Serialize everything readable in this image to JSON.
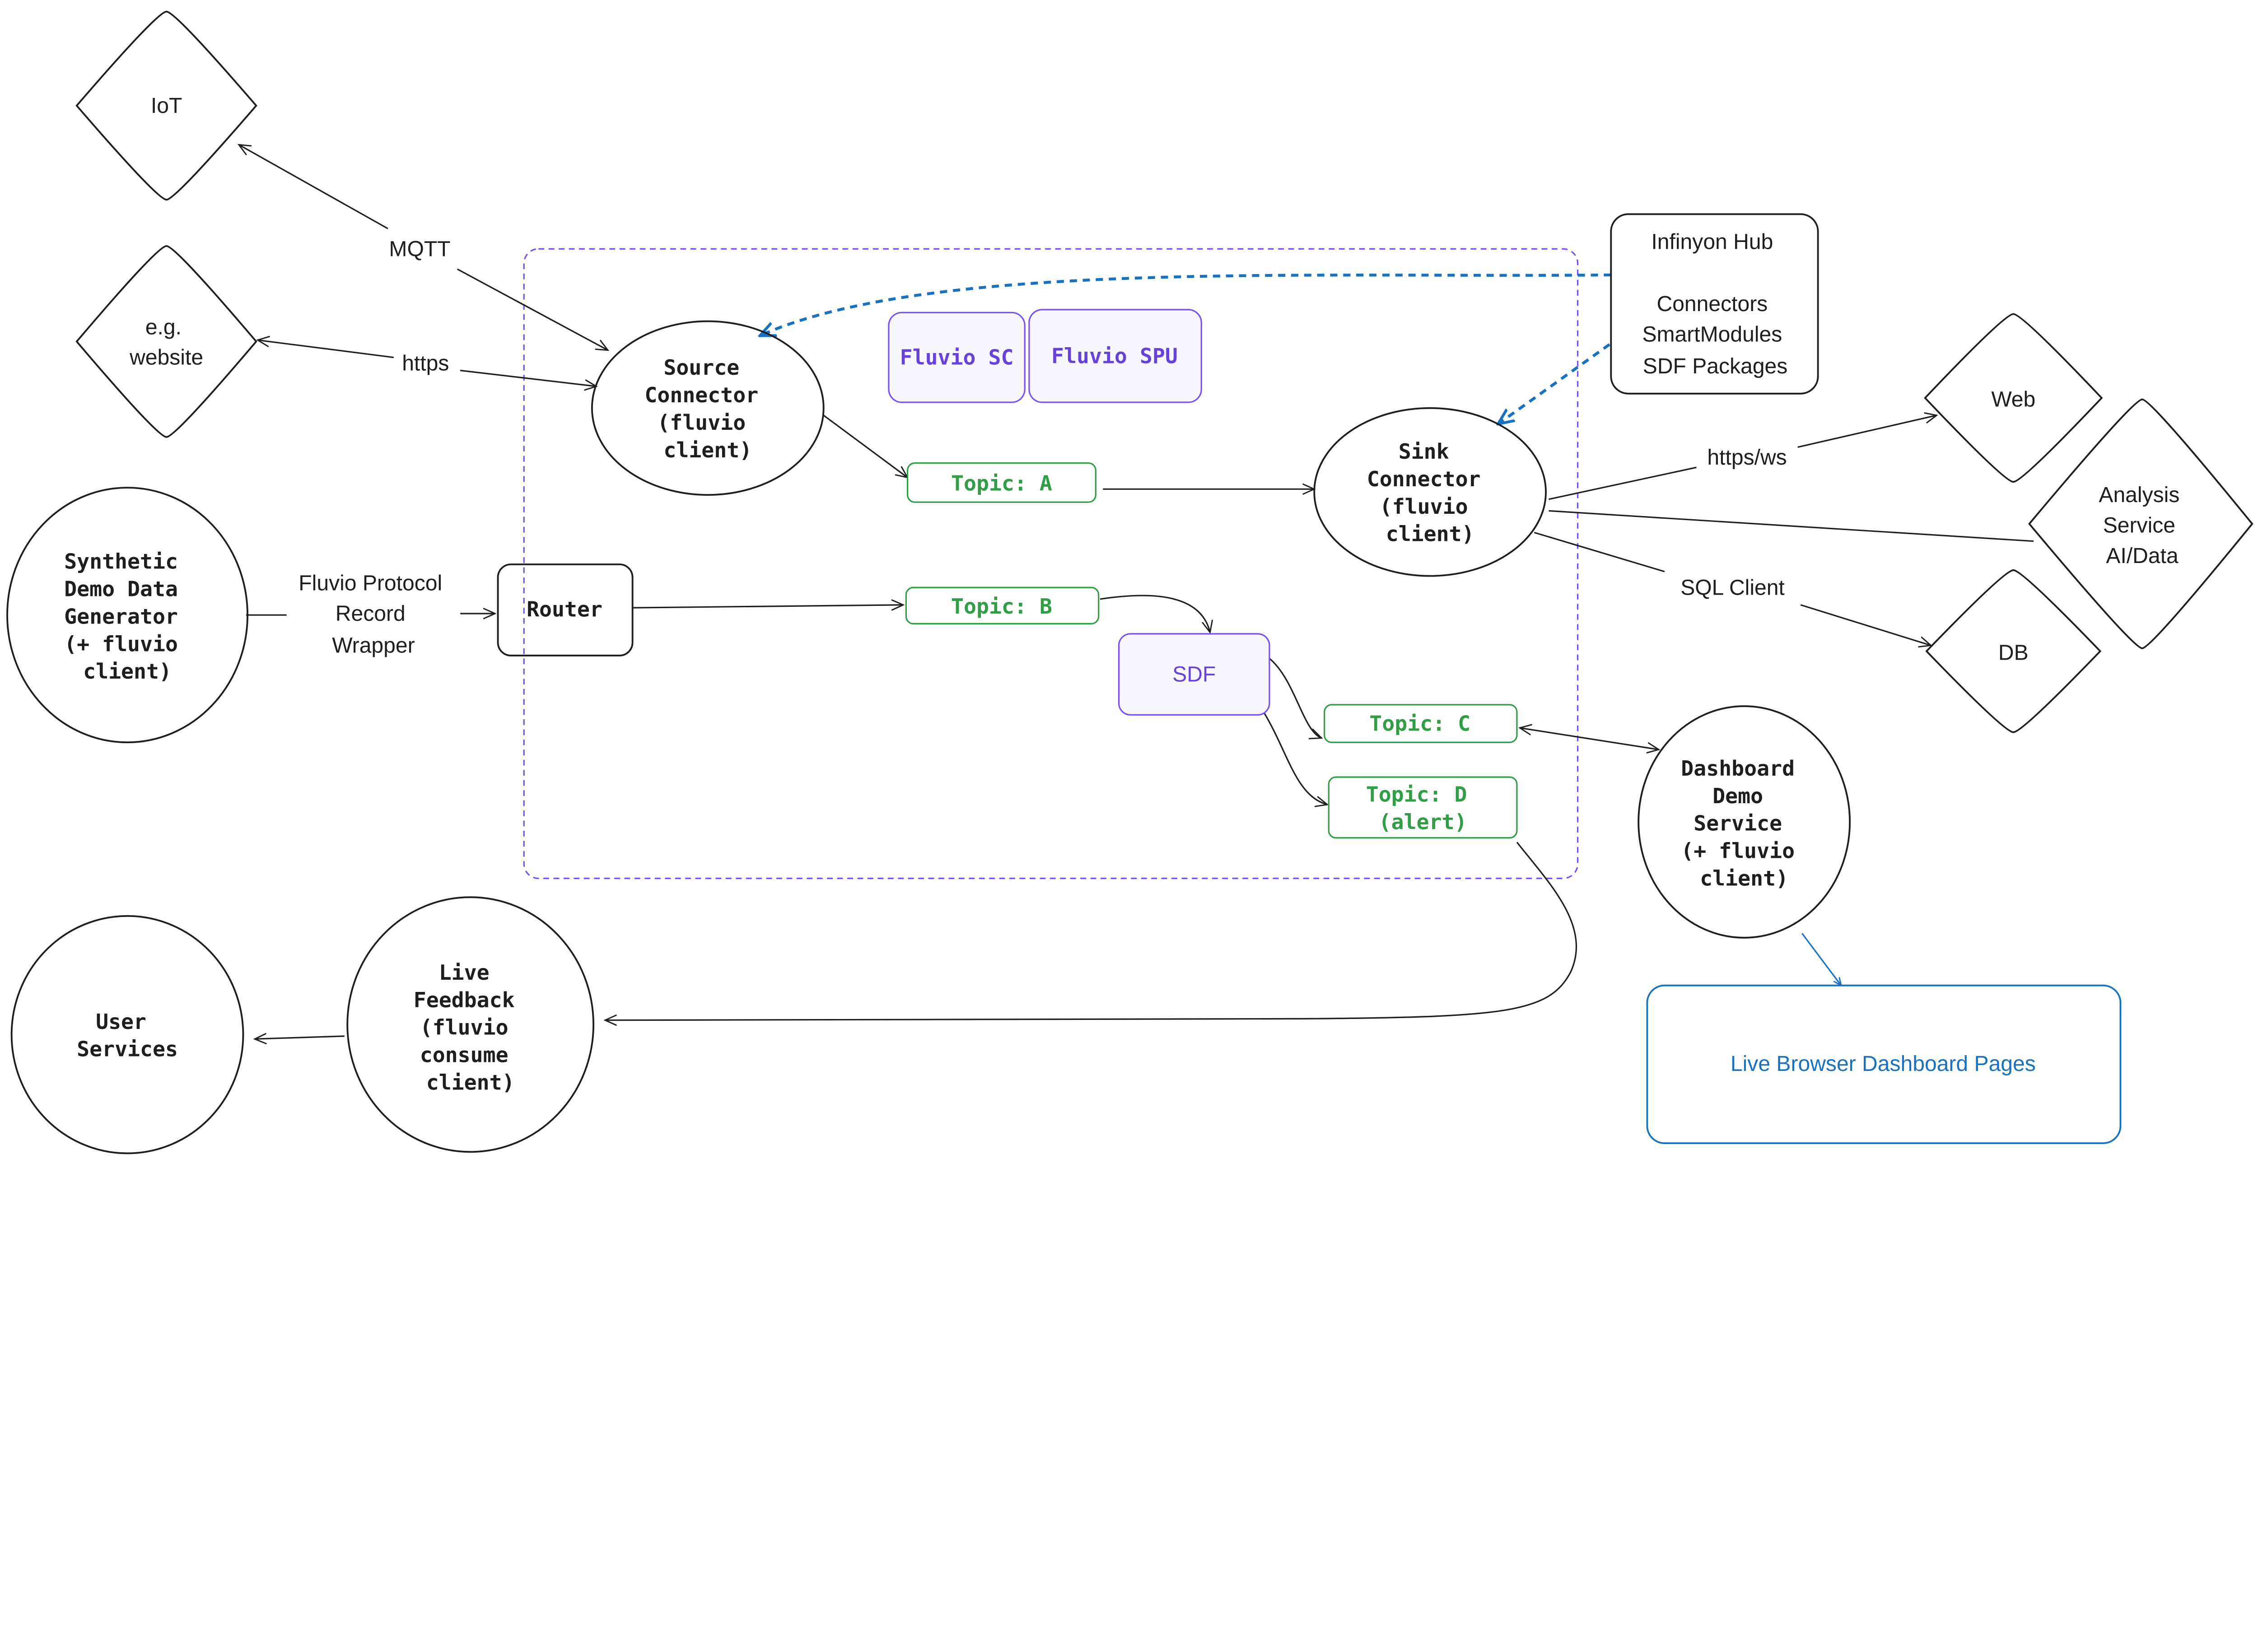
{
  "colors": {
    "topic": "#2f9e44",
    "fluvio": "#6741d9",
    "hub_link": "#1971c2",
    "boundary": "#7950f2",
    "stroke": "#1e1e1e"
  },
  "nodes": {
    "iot": {
      "lines": [
        "IoT"
      ]
    },
    "website": {
      "lines": [
        "e.g.",
        "website"
      ]
    },
    "synthetic": {
      "lines": [
        "Synthetic",
        "Demo Data",
        "Generator",
        "(+ fluvio",
        "client)"
      ]
    },
    "router": {
      "lines": [
        "Router"
      ]
    },
    "source_connector": {
      "lines": [
        "Source",
        "Connector",
        "(fluvio",
        "client)"
      ]
    },
    "fluvio_sc": {
      "lines": [
        "Fluvio SC"
      ]
    },
    "fluvio_spu": {
      "lines": [
        "Fluvio SPU"
      ]
    },
    "topic_a": {
      "lines": [
        "Topic: A"
      ]
    },
    "topic_b": {
      "lines": [
        "Topic: B"
      ]
    },
    "topic_c": {
      "lines": [
        "Topic: C"
      ]
    },
    "topic_d": {
      "lines": [
        "Topic: D",
        "(alert)"
      ]
    },
    "sdf": {
      "lines": [
        "SDF"
      ]
    },
    "sink_connector": {
      "lines": [
        "Sink",
        "Connector",
        "(fluvio",
        "client)"
      ]
    },
    "hub": {
      "lines": [
        "Infinyon Hub",
        "",
        "Connectors",
        "SmartModules",
        "SDF Packages"
      ]
    },
    "web": {
      "lines": [
        "Web"
      ]
    },
    "analysis": {
      "lines": [
        "Analysis",
        "Service",
        "AI/Data"
      ]
    },
    "db": {
      "lines": [
        "DB"
      ]
    },
    "dashboard": {
      "lines": [
        "Dashboard",
        "Demo",
        "Service",
        "(+ fluvio",
        "client)"
      ]
    },
    "live_browser": {
      "lines": [
        "Live Browser Dashboard Pages"
      ]
    },
    "live_feedback": {
      "lines": [
        "Live",
        "Feedback",
        "(fluvio",
        "consume",
        "client)"
      ]
    },
    "user_services": {
      "lines": [
        "User",
        "Services"
      ]
    }
  },
  "edges": {
    "mqtt": "MQTT",
    "https": "https",
    "protocol": [
      "Fluvio Protocol",
      "Record",
      "Wrapper"
    ],
    "https_ws": "https/ws",
    "sql_client": "SQL Client"
  }
}
